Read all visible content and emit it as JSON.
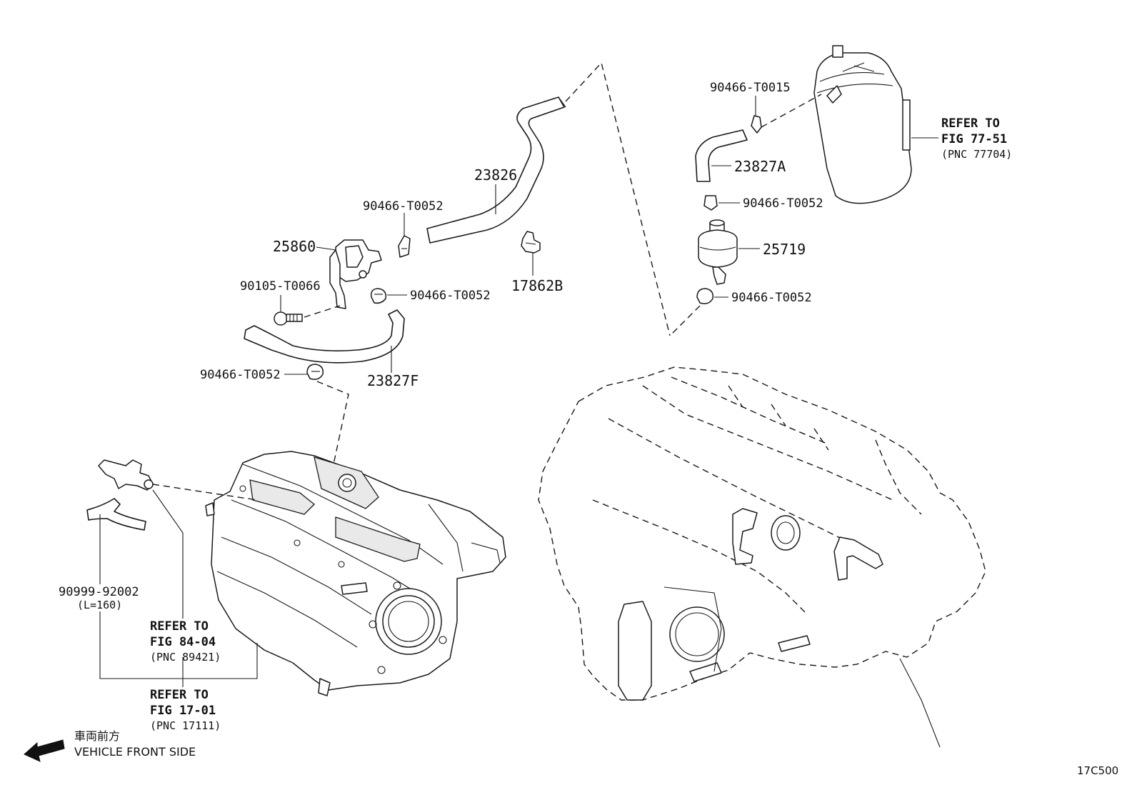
{
  "labels": {
    "p23826": "23826",
    "p90466_t0052_a": "90466-T0052",
    "p25860": "25860",
    "p90105_t0066": "90105-T0066",
    "p90466_t0052_b": "90466-T0052",
    "p17862b": "17862B",
    "p23827f": "23827F",
    "p90466_t0052_c": "90466-T0052",
    "p90466_t0015": "90466-T0015",
    "p23827a": "23827A",
    "p90466_t0052_d": "90466-T0052",
    "p25719": "25719",
    "p90466_t0052_e": "90466-T0052",
    "p90999_92002": "90999-92002",
    "p90999_len": "(L=160)"
  },
  "refs": {
    "fig77": {
      "line1": "REFER TO",
      "line2": "FIG 77-51",
      "pnc": "(PNC 77704)"
    },
    "fig84": {
      "line1": "REFER TO",
      "line2": "FIG 84-04",
      "pnc": "(PNC 89421)"
    },
    "fig17": {
      "line1": "REFER TO",
      "line2": "FIG 17-01",
      "pnc": "(PNC 17111)"
    }
  },
  "front_side": {
    "japanese": "車両前方",
    "english": "VEHICLE FRONT SIDE"
  },
  "figure_code": "17C500",
  "icons": {
    "front_arrow": "arrow-left-icon"
  }
}
